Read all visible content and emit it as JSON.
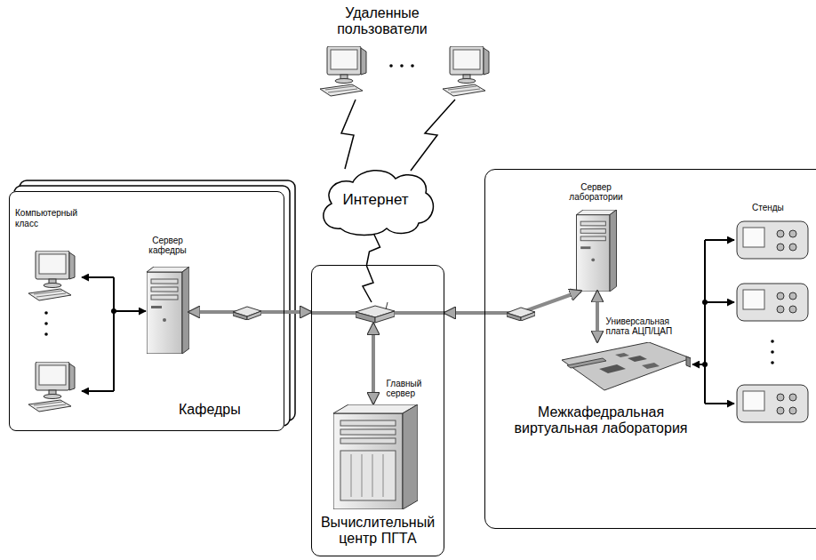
{
  "diagram": {
    "nodes": [
      {
        "text": [
          "Интернет"
        ]
      },
      {
        "text": [
          "Компьютерный класс",
          "Кафедры"
        ]
      },
      {
        "text": [
          "Сервер кафедры"
        ],
        "in": 1
      },
      {
        "text": [
          "Вычислительный центр ПГТА"
        ]
      },
      {
        "text": [
          "Главный сервер"
        ],
        "in": 3
      },
      {
        "text": [
          "Межкафедральная виртуальная лаборатория"
        ]
      },
      {
        "text": [
          "Сервер лаборатории"
        ],
        "in": 5
      },
      {
        "text": [
          "Универсальная плата АЦП/ЦАП"
        ],
        "in": 5
      }
    ],
    "edges": [
      {
        "from": 2,
        "to": 3,
        "arrow": "both"
      },
      {
        "from": 0,
        "to": 3,
        "arrow": "none"
      },
      {
        "from": 3,
        "to": 6,
        "arrow": "both"
      },
      {
        "from": 6,
        "to": 7,
        "arrow": "both"
      }
    ],
    "labels": [
      "Удаленные пользователи",
      "Стенды"
    ]
  }
}
